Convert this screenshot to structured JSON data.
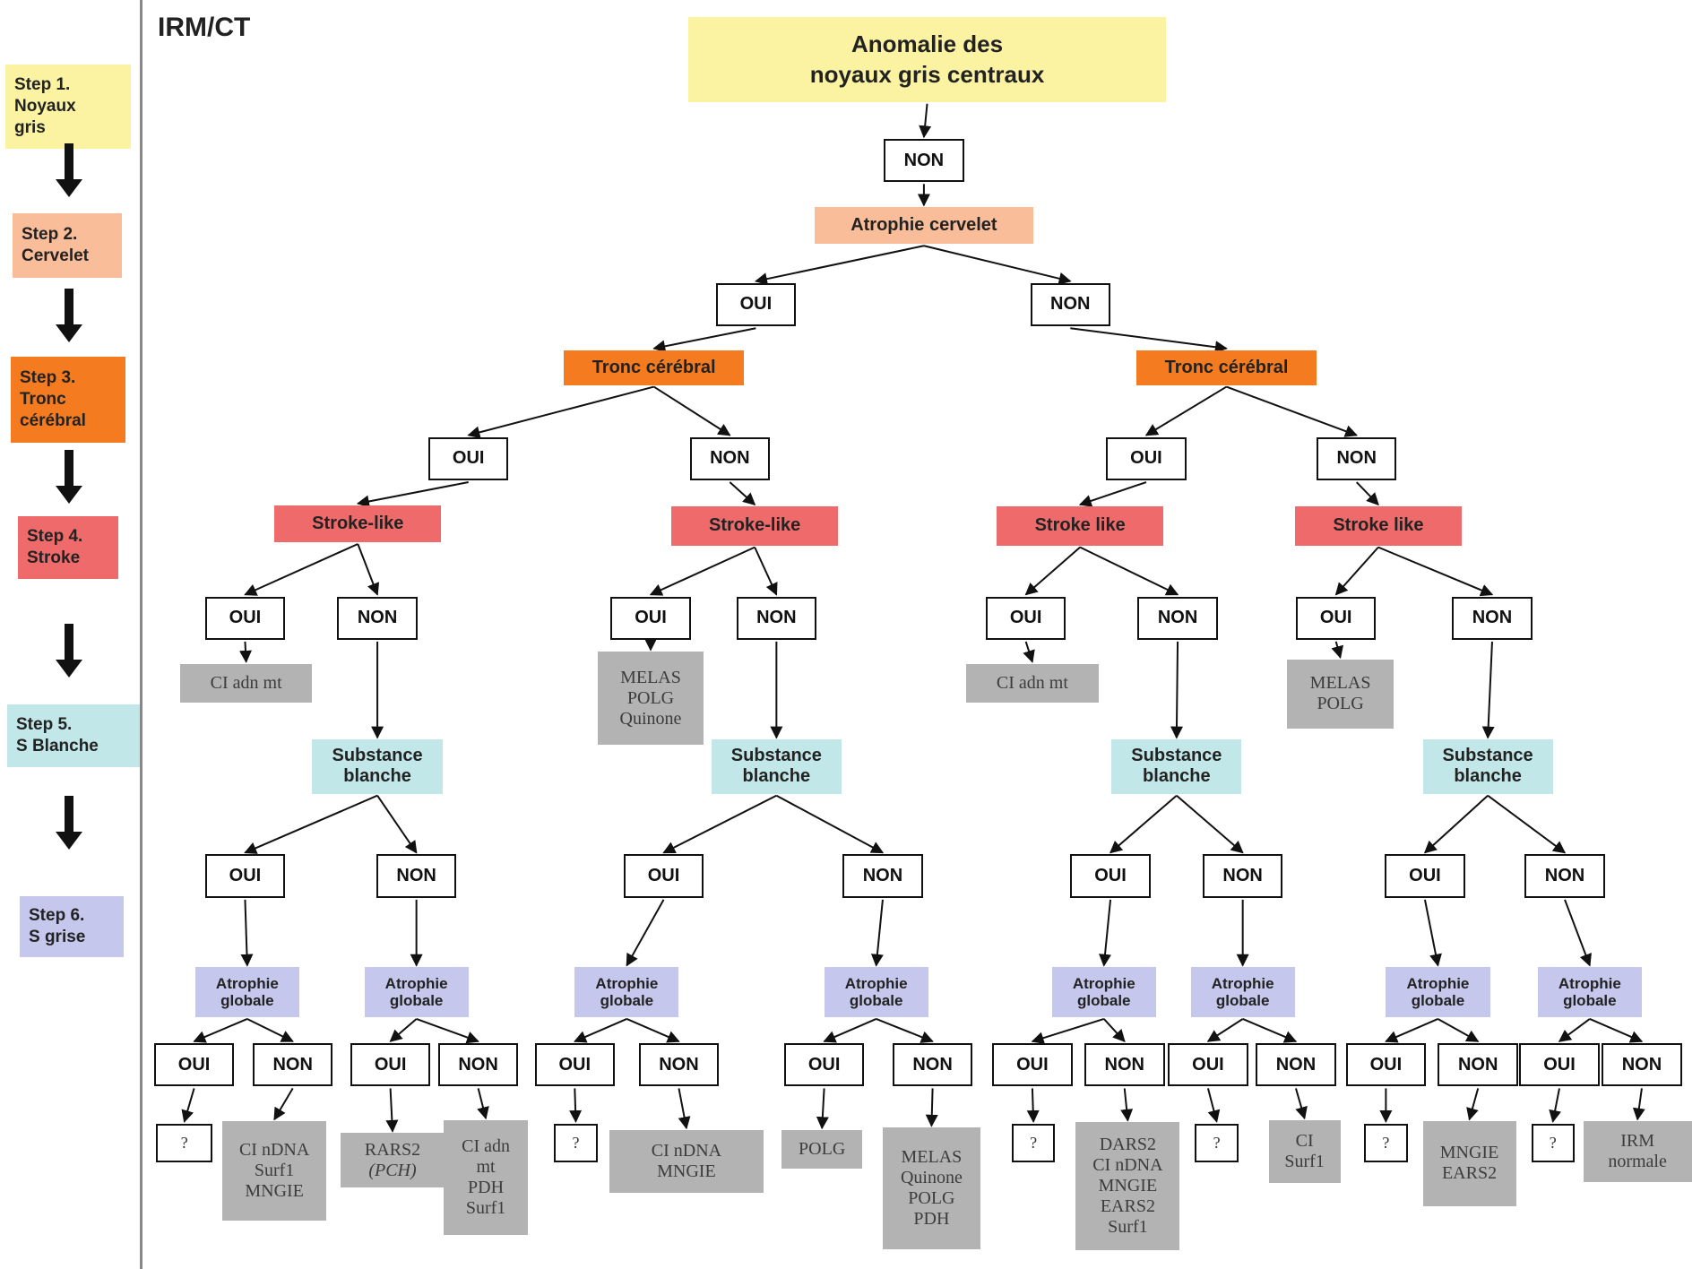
{
  "diagram_label": "IRM/CT",
  "steps": [
    {
      "label": "Step 1.\nNoyaux\ngris",
      "color": "#fbf3a2"
    },
    {
      "label": "Step 2.\nCervelet",
      "color": "#f9bd9a"
    },
    {
      "label": "Step 3.\nTronc\ncérébral",
      "color": "#f47b20"
    },
    {
      "label": "Step 4.\nStroke",
      "color": "#ef6b6b"
    },
    {
      "label": "Step 5.\nS Blanche",
      "color": "#c2e7e8"
    },
    {
      "label": "Step 6.\nS grise",
      "color": "#c5c7ec"
    }
  ],
  "colors": {
    "noyaux": "#fbf3a2",
    "cervelet": "#f9bd9a",
    "tronc": "#f47b20",
    "stroke": "#ef6b6b",
    "blanche": "#c2e7e8",
    "grise": "#c5c7ec",
    "result": "#b3b3b3"
  },
  "nodes": {
    "root": "Anomalie des\nnoyaux gris centraux",
    "non_root": "NON",
    "atrophie_cervelet": "Atrophie cervelet",
    "oui_L": "OUI",
    "non_R": "NON",
    "tronc_L": "Tronc cérébral",
    "tronc_R": "Tronc cérébral",
    "oui_LL": "OUI",
    "non_LR": "NON",
    "oui_RL": "OUI",
    "non_RR": "NON",
    "stroke_1": "Stroke-like",
    "stroke_2": "Stroke-like",
    "stroke_3": "Stroke like",
    "stroke_4": "Stroke like",
    "s1_oui": "OUI",
    "s1_non": "NON",
    "s2_oui": "OUI",
    "s2_non": "NON",
    "s3_oui": "OUI",
    "s3_non": "NON",
    "s4_oui": "OUI",
    "s4_non": "NON",
    "r_s1": "CI adn mt",
    "r_s2": "MELAS\nPOLG\nQuinone",
    "r_s3": "CI adn mt",
    "r_s4": "MELAS\nPOLG",
    "sb_1": "Substance\nblanche",
    "sb_2": "Substance\nblanche",
    "sb_3": "Substance\nblanche",
    "sb_4": "Substance\nblanche",
    "b1_oui": "OUI",
    "b1_non": "NON",
    "b2_oui": "OUI",
    "b2_non": "NON",
    "b3_oui": "OUI",
    "b3_non": "NON",
    "b4_oui": "OUI",
    "b4_non": "NON",
    "ag_1": "Atrophie\nglobale",
    "ag_2": "Atrophie\nglobale",
    "ag_3": "Atrophie\nglobale",
    "ag_4": "Atrophie\nglobale",
    "ag_5": "Atrophie\nglobale",
    "ag_6": "Atrophie\nglobale",
    "ag_7": "Atrophie\nglobale",
    "ag_8": "Atrophie\nglobale",
    "a1_oui": "OUI",
    "a1_non": "NON",
    "a2_oui": "OUI",
    "a2_non": "NON",
    "a3_oui": "OUI",
    "a3_non": "NON",
    "a4_oui": "OUI",
    "a4_non": "NON",
    "a5_oui": "OUI",
    "a5_non": "NON",
    "a6_oui": "OUI",
    "a6_non": "NON",
    "a7_oui": "OUI",
    "a7_non": "NON",
    "a8_oui": "OUI",
    "a8_non": "NON",
    "q_1": "?",
    "res_1": "CI nDNA\nSurf1\nMNGIE",
    "res_2a": "RARS2",
    "res_2b": "(PCH)",
    "res_3": "CI adn\nmt\nPDH\nSurf1",
    "q_2": "?",
    "res_4": "CI nDNA\nMNGIE",
    "res_5": "POLG",
    "res_6": "MELAS\nQuinone\nPOLG\nPDH",
    "q_3": "?",
    "res_7": "DARS2\nCI nDNA\nMNGIE\nEARS2\nSurf1",
    "q_4": "?",
    "res_8": "CI\nSurf1",
    "q_5": "?",
    "res_9": "MNGIE\nEARS2",
    "q_6": "?",
    "res_10": "IRM\nnormale"
  }
}
